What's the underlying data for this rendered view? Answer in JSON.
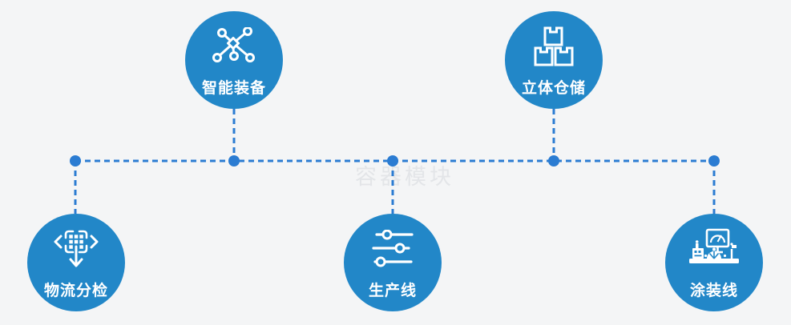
{
  "diagram": {
    "watermark": "容器模块",
    "colors": {
      "background": "#f4f5f6",
      "node_fill": "#2287c8",
      "connector": "#2b7cd2",
      "label_text": "#ffffff",
      "watermark_text": "#e3e5e8"
    },
    "nodes": [
      {
        "id": "smart-equipment",
        "label": "智能装备",
        "icon": "network-nodes-icon",
        "position": "top-left"
      },
      {
        "id": "vertical-warehouse",
        "label": "立体仓储",
        "icon": "stacked-boxes-icon",
        "position": "top-right"
      },
      {
        "id": "logistics-sorting",
        "label": "物流分检",
        "icon": "distribute-arrows-icon",
        "position": "bottom-left"
      },
      {
        "id": "production-line",
        "label": "生产线",
        "icon": "sliders-icon",
        "position": "bottom-center"
      },
      {
        "id": "coating-line",
        "label": "涂装线",
        "icon": "control-station-icon",
        "position": "bottom-right"
      }
    ]
  }
}
